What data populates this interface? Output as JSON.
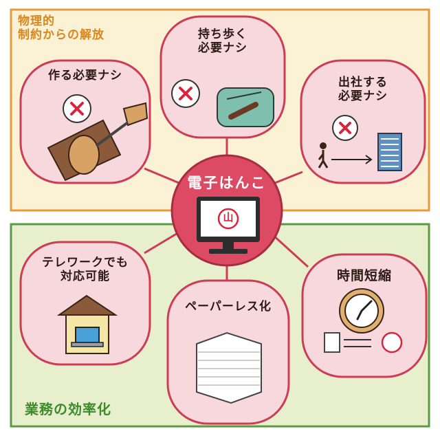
{
  "colors": {
    "top_panel_bg": "#fbf1d5",
    "top_panel_border": "#e79a3a",
    "top_label": "#d9861c",
    "bottom_panel_bg": "#e7efcd",
    "bottom_panel_border": "#5b9a42",
    "bottom_label": "#3f8a2c",
    "bubble_fill": "#f7d9dd",
    "bubble_stroke": "#cc3d55",
    "hub_fill": "#dc4a63",
    "cross": "#d9243d"
  },
  "top_section": {
    "label": "物理的\n制約からの解放",
    "items": [
      {
        "label": "作る必要ナシ",
        "icon": "carving-stamp-icon"
      },
      {
        "label": "持ち歩く\n必要ナシ",
        "icon": "stamp-pouch-icon"
      },
      {
        "label": "出社する\n必要ナシ",
        "icon": "walk-to-office-icon"
      }
    ]
  },
  "center": {
    "title": "電子はんこ",
    "stamp_char": "山"
  },
  "bottom_section": {
    "label": "業務の効率化",
    "items": [
      {
        "label": "テレワークでも\n対応可能",
        "icon": "house-laptop-icon"
      },
      {
        "label": "ペーパーレス化",
        "icon": "paper-stack-icon"
      },
      {
        "label": "時間短縮",
        "icon": "clock-icon"
      }
    ]
  }
}
